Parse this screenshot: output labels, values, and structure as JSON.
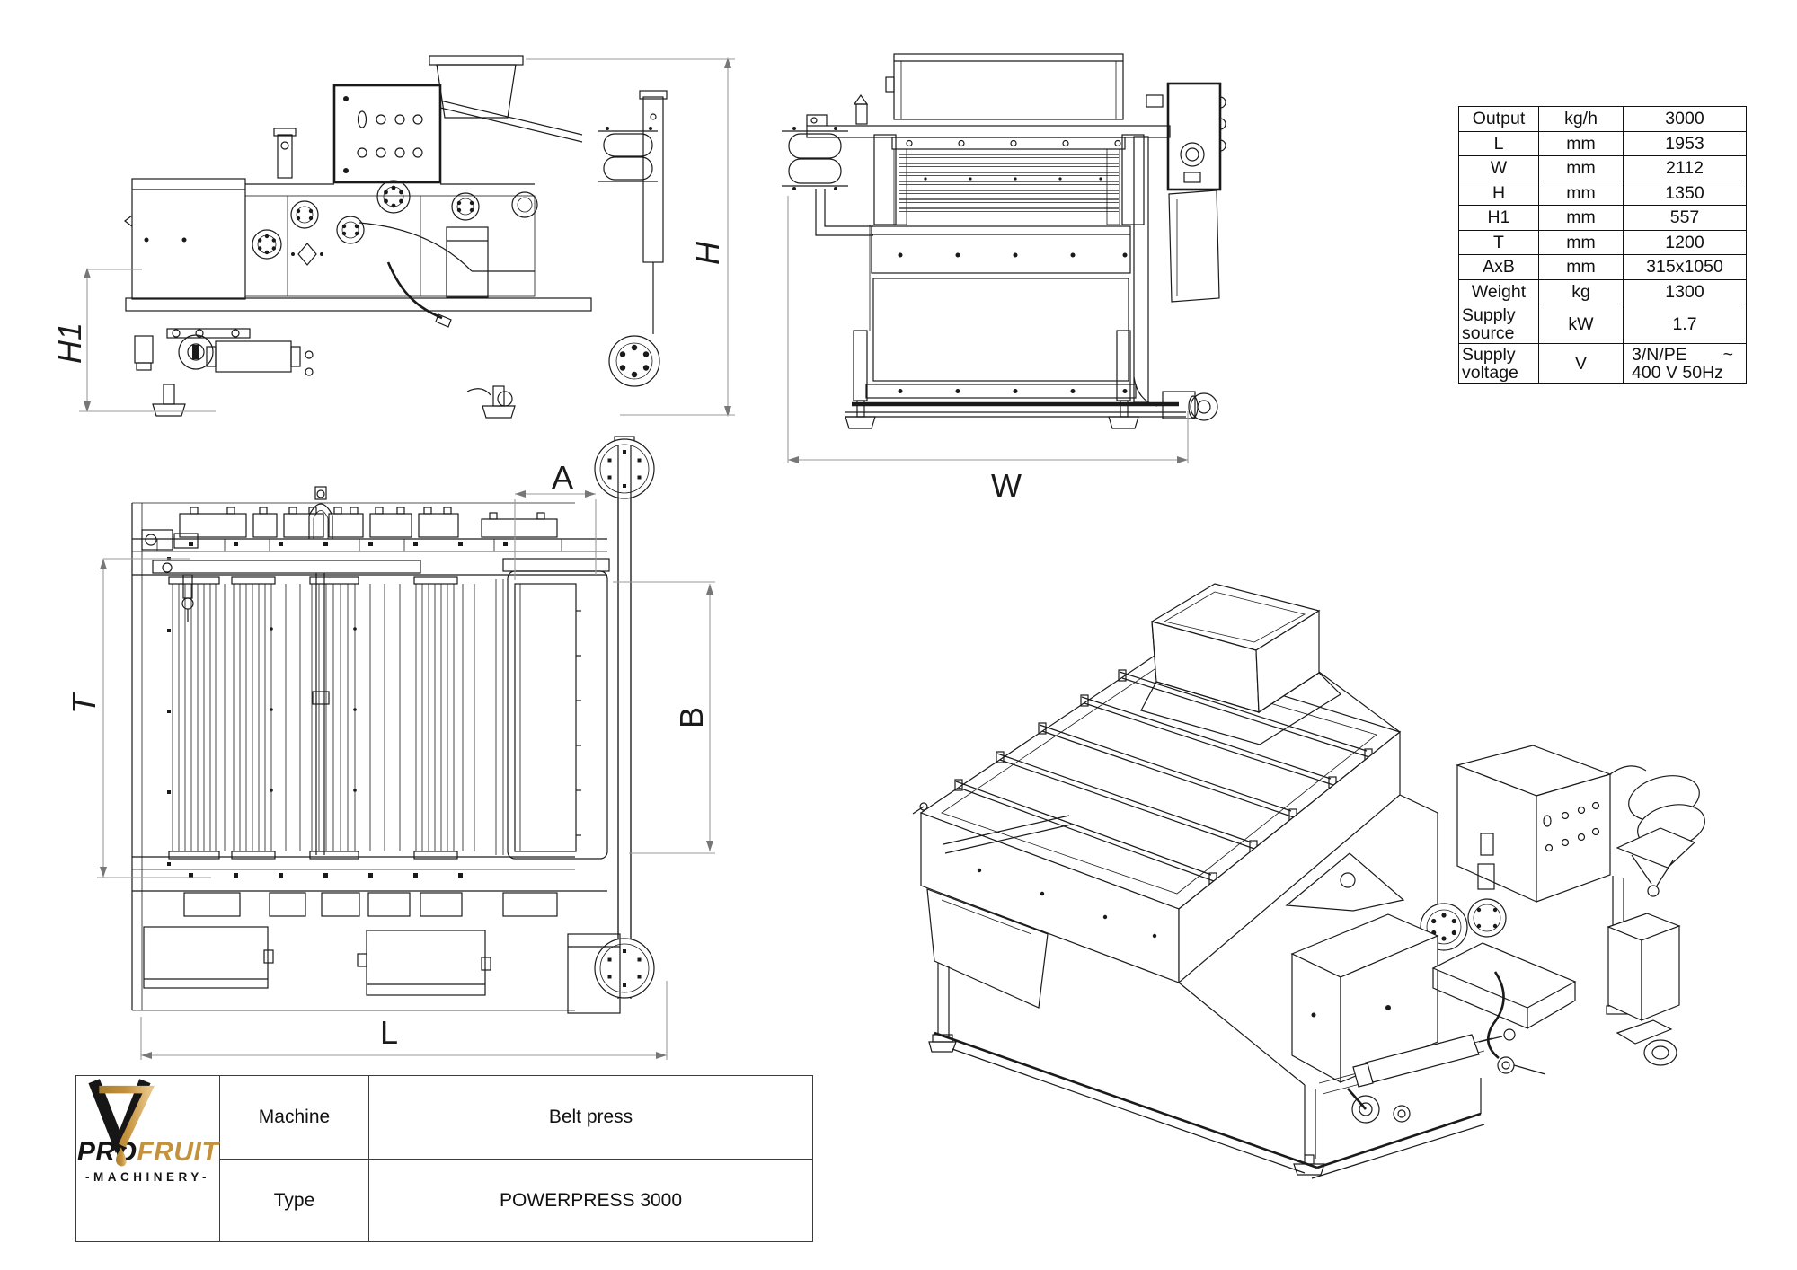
{
  "dims": {
    "h1": "H1",
    "h": "H",
    "w": "W",
    "a": "A",
    "b": "B",
    "t": "T",
    "l": "L"
  },
  "spec_table": {
    "rows": [
      {
        "param": "Output",
        "unit": "kg/h",
        "value": "3000"
      },
      {
        "param": "L",
        "unit": "mm",
        "value": "1953"
      },
      {
        "param": "W",
        "unit": "mm",
        "value": "2112"
      },
      {
        "param": "H",
        "unit": "mm",
        "value": "1350"
      },
      {
        "param": "H1",
        "unit": "mm",
        "value": "557"
      },
      {
        "param": "T",
        "unit": "mm",
        "value": "1200"
      },
      {
        "param": "AxB",
        "unit": "mm",
        "value": "315x1050"
      },
      {
        "param": "Weight",
        "unit": "kg",
        "value": "1300"
      },
      {
        "param": "Supply source",
        "unit": "kW",
        "value": "1.7"
      },
      {
        "param": "Supply voltage",
        "unit": "V",
        "value_line1_left": "3/N/PE",
        "value_line1_right": "~",
        "value_line2": "400 V 50Hz"
      }
    ]
  },
  "title_block": {
    "machine_label": "Machine",
    "machine_value": "Belt press",
    "type_label": "Type",
    "type_value": "POWERPRESS 3000"
  },
  "logo": {
    "brand_pro": "PRO",
    "brand_fruit": "FRUIT",
    "brand_sub": "-MACHINERY-"
  },
  "colors": {
    "gold": "#c4913c",
    "gold_dark": "#a87e2f",
    "gold_light": "#e6c285",
    "ink": "#111111",
    "dim_line": "#9a9a9a",
    "border": "#3c3c3c"
  }
}
